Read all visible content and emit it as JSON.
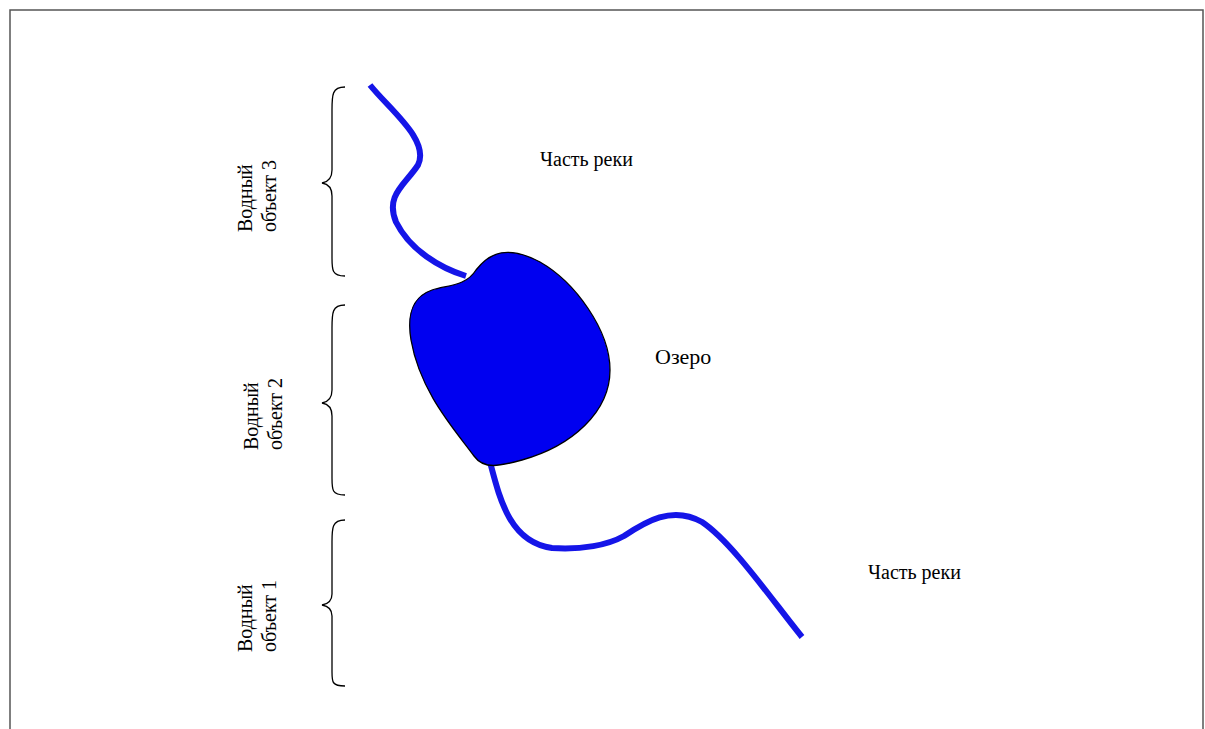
{
  "diagram": {
    "labels": [
      "Водный объект 3",
      "Часть реки",
      "Водный объект 2",
      "Озеро",
      "Водный объект 1",
      "Часть реки"
    ]
  }
}
